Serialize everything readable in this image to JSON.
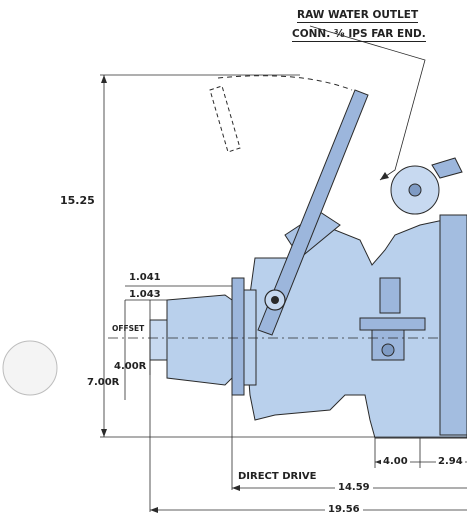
{
  "callout": {
    "line1": "RAW WATER OUTLET",
    "line2": "CONN. ⅜ IPS FAR END."
  },
  "dimensions": {
    "overall_height": "15.25",
    "dim_a": "1.041",
    "dim_b": "1.043",
    "offset": "OFFSET",
    "radius_inner": "4.00R",
    "radius_outer": "7.00R",
    "mount_a": "4.00",
    "mount_b": "2.94",
    "direct_drive": "DIRECT DRIVE",
    "length_a": "14.59",
    "length_b": "19.56"
  },
  "colors": {
    "housing": "#b9d0ec",
    "housing_dark": "#7f9bc4",
    "line": "#2a2a2a",
    "ball": "#f4f4f4"
  }
}
